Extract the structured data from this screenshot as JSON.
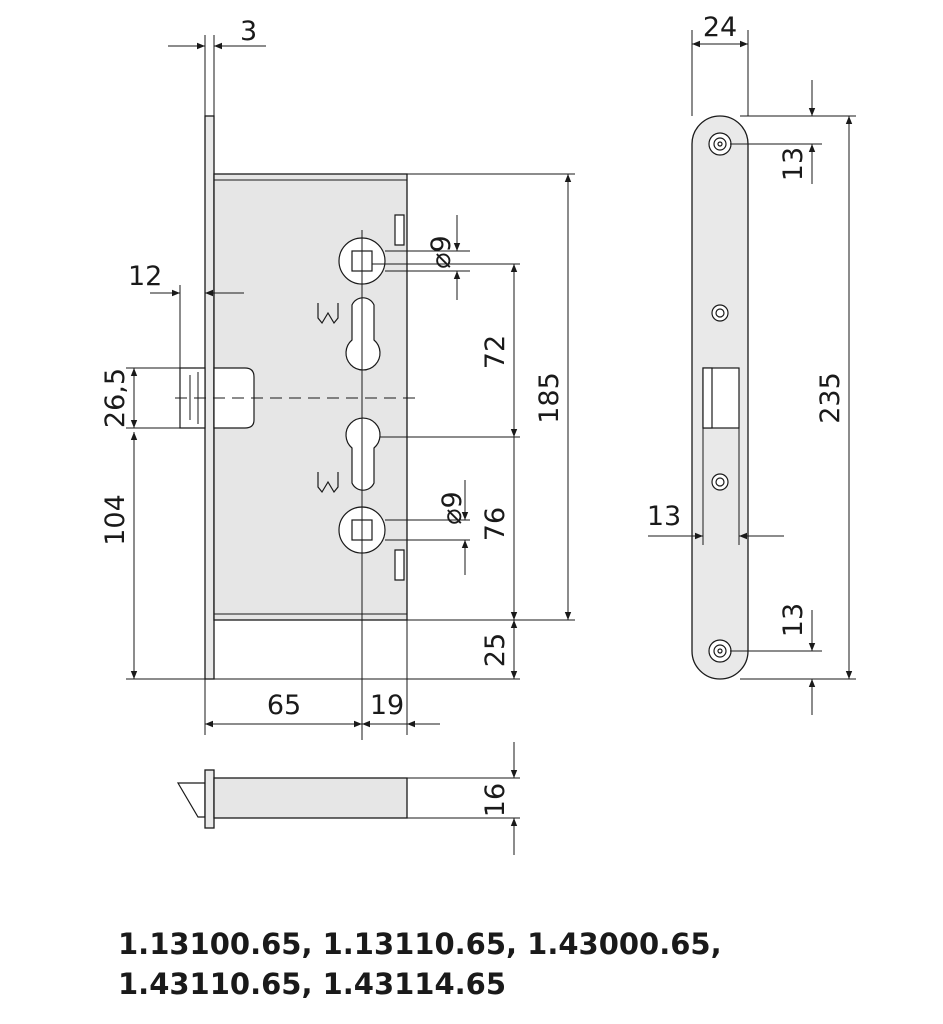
{
  "dimensions": {
    "faceplate_thickness": "3",
    "backset": "65",
    "follower_offset": "19",
    "latch_projection": "12",
    "latch_height": "26,5",
    "latch_to_bottom": "104",
    "spindle_diameter_top": "9",
    "spindle_diameter_bottom": "9",
    "center_distance": "72",
    "case_height": "185",
    "lower_distance": "76",
    "bottom_offset": "25",
    "case_depth": "16",
    "faceplate_width": "24",
    "faceplate_length": "235",
    "top_hole_offset": "13",
    "bolt_width": "13",
    "bottom_hole_offset": "13"
  },
  "diameter_symbol": "⌀",
  "model_codes": {
    "line1": "1.13100.65, 1.13110.65, 1.43000.65,",
    "line2": "1.43110.65, 1.43114.65"
  }
}
